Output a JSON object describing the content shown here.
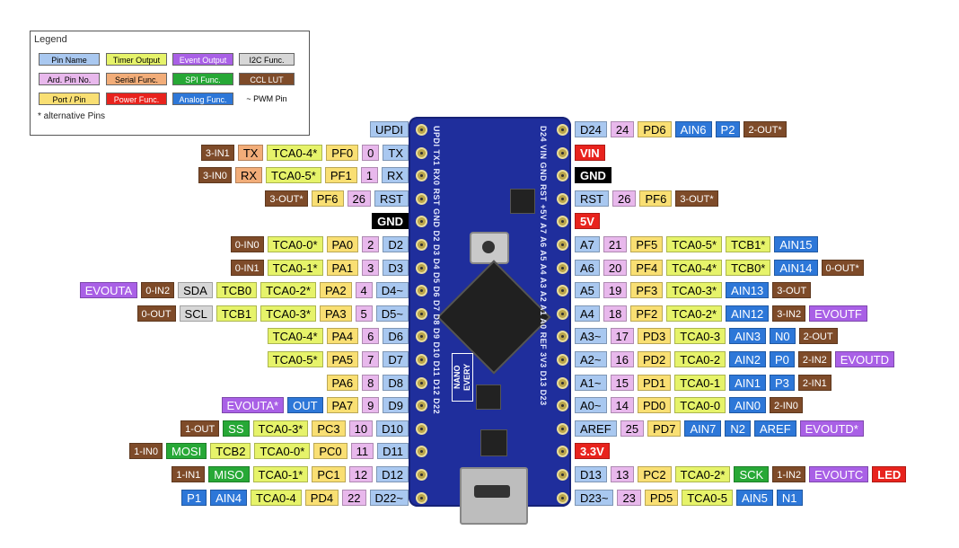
{
  "colors": {
    "pin": "#a9c8f0",
    "ard": "#e8b8ec",
    "port": "#f9df73",
    "timer": "#e6f36a",
    "serial": "#f2ad79",
    "power": "#e8231d",
    "evout": "#a960e6",
    "spi": "#27a836",
    "analog": "#2d77d8",
    "i2c": "#d7d7d7",
    "ccl": "#7e4b29",
    "black": "#000000"
  },
  "legend": {
    "title": "Legend",
    "note": "* alternative Pins",
    "items": [
      {
        "text": "Pin Name",
        "type": "pin"
      },
      {
        "text": "Timer Output",
        "type": "timer"
      },
      {
        "text": "Event Output",
        "type": "evout"
      },
      {
        "text": "I2C Func.",
        "type": "i2c"
      },
      {
        "text": "Ard. Pin No.",
        "type": "ard"
      },
      {
        "text": "Serial Func.",
        "type": "serial"
      },
      {
        "text": "SPI Func.",
        "type": "spi"
      },
      {
        "text": "CCL LUT",
        "type": "ccl"
      },
      {
        "text": "Port / Pin",
        "type": "port"
      },
      {
        "text": "Power Func.",
        "type": "power"
      },
      {
        "text": "Analog Func.",
        "type": "analog"
      },
      {
        "text": "~ PWM Pin",
        "type": "pwm"
      }
    ]
  },
  "board": {
    "nano_label": "NANO EVERY",
    "left_silk": "UPDI TX1 RX0 RST GND D2 D3 D4 D5 D6 D7 D8 D9 D10 D11 D12 D22",
    "right_silk": "D24 VIN GND RST +5V A7 A6 A5 A4 A3 A2 A1 A0 REF 3V3 D13 D23"
  },
  "left_rows": [
    [
      [
        "UPDI",
        "pin"
      ]
    ],
    [
      [
        "3-IN1",
        "ccl"
      ],
      [
        "TX",
        "serial"
      ],
      [
        "TCA0-4*",
        "timer"
      ],
      [
        "PF0",
        "port"
      ],
      [
        "0",
        "ard"
      ],
      [
        "TX",
        "pin"
      ]
    ],
    [
      [
        "3-IN0",
        "ccl"
      ],
      [
        "RX",
        "serial"
      ],
      [
        "TCA0-5*",
        "timer"
      ],
      [
        "PF1",
        "port"
      ],
      [
        "1",
        "ard"
      ],
      [
        "RX",
        "pin"
      ]
    ],
    [
      [
        "3-OUT*",
        "ccl"
      ],
      [
        "PF6",
        "port"
      ],
      [
        "26",
        "ard"
      ],
      [
        "RST",
        "pin"
      ]
    ],
    [
      [
        "GND",
        "black"
      ]
    ],
    [
      [
        "0-IN0",
        "ccl"
      ],
      [
        "TCA0-0*",
        "timer"
      ],
      [
        "PA0",
        "port"
      ],
      [
        "2",
        "ard"
      ],
      [
        "D2",
        "pin"
      ]
    ],
    [
      [
        "0-IN1",
        "ccl"
      ],
      [
        "TCA0-1*",
        "timer"
      ],
      [
        "PA1",
        "port"
      ],
      [
        "3",
        "ard"
      ],
      [
        "D3",
        "pin"
      ]
    ],
    [
      [
        "EVOUTA",
        "evout"
      ],
      [
        "0-IN2",
        "ccl"
      ],
      [
        "SDA",
        "i2c"
      ],
      [
        "TCB0",
        "timer"
      ],
      [
        "TCA0-2*",
        "timer"
      ],
      [
        "PA2",
        "port"
      ],
      [
        "4",
        "ard"
      ],
      [
        "D4~",
        "pin"
      ]
    ],
    [
      [
        "0-OUT",
        "ccl"
      ],
      [
        "SCL",
        "i2c"
      ],
      [
        "TCB1",
        "timer"
      ],
      [
        "TCA0-3*",
        "timer"
      ],
      [
        "PA3",
        "port"
      ],
      [
        "5",
        "ard"
      ],
      [
        "D5~",
        "pin"
      ]
    ],
    [
      [
        "TCA0-4*",
        "timer"
      ],
      [
        "PA4",
        "port"
      ],
      [
        "6",
        "ard"
      ],
      [
        "D6",
        "pin"
      ]
    ],
    [
      [
        "TCA0-5*",
        "timer"
      ],
      [
        "PA5",
        "port"
      ],
      [
        "7",
        "ard"
      ],
      [
        "D7",
        "pin"
      ]
    ],
    [
      [
        "PA6",
        "port"
      ],
      [
        "8",
        "ard"
      ],
      [
        "D8",
        "pin"
      ]
    ],
    [
      [
        "EVOUTA*",
        "evout"
      ],
      [
        "OUT",
        "analog"
      ],
      [
        "PA7",
        "port"
      ],
      [
        "9",
        "ard"
      ],
      [
        "D9",
        "pin"
      ]
    ],
    [
      [
        "1-OUT",
        "ccl"
      ],
      [
        "SS",
        "spi"
      ],
      [
        "TCA0-3*",
        "timer"
      ],
      [
        "PC3",
        "port"
      ],
      [
        "10",
        "ard"
      ],
      [
        "D10",
        "pin"
      ]
    ],
    [
      [
        "1-IN0",
        "ccl"
      ],
      [
        "MOSI",
        "spi"
      ],
      [
        "TCB2",
        "timer"
      ],
      [
        "TCA0-0*",
        "timer"
      ],
      [
        "PC0",
        "port"
      ],
      [
        "11",
        "ard"
      ],
      [
        "D11",
        "pin"
      ]
    ],
    [
      [
        "1-IN1",
        "ccl"
      ],
      [
        "MISO",
        "spi"
      ],
      [
        "TCA0-1*",
        "timer"
      ],
      [
        "PC1",
        "port"
      ],
      [
        "12",
        "ard"
      ],
      [
        "D12",
        "pin"
      ]
    ],
    [
      [
        "P1",
        "analog"
      ],
      [
        "AIN4",
        "analog"
      ],
      [
        "TCA0-4",
        "timer"
      ],
      [
        "PD4",
        "port"
      ],
      [
        "22",
        "ard"
      ],
      [
        "D22~",
        "pin"
      ]
    ]
  ],
  "right_rows": [
    [
      [
        "D24",
        "pin"
      ],
      [
        "24",
        "ard"
      ],
      [
        "PD6",
        "port"
      ],
      [
        "AIN6",
        "analog"
      ],
      [
        "P2",
        "analog"
      ],
      [
        "2-OUT*",
        "ccl"
      ]
    ],
    [
      [
        "VIN",
        "power"
      ]
    ],
    [
      [
        "GND",
        "black"
      ]
    ],
    [
      [
        "RST",
        "pin"
      ],
      [
        "26",
        "ard"
      ],
      [
        "PF6",
        "port"
      ],
      [
        "3-OUT*",
        "ccl"
      ]
    ],
    [
      [
        "5V",
        "power"
      ]
    ],
    [
      [
        "A7",
        "pin"
      ],
      [
        "21",
        "ard"
      ],
      [
        "PF5",
        "port"
      ],
      [
        "TCA0-5*",
        "timer"
      ],
      [
        "TCB1*",
        "timer"
      ],
      [
        "AIN15",
        "analog"
      ]
    ],
    [
      [
        "A6",
        "pin"
      ],
      [
        "20",
        "ard"
      ],
      [
        "PF4",
        "port"
      ],
      [
        "TCA0-4*",
        "timer"
      ],
      [
        "TCB0*",
        "timer"
      ],
      [
        "AIN14",
        "analog"
      ],
      [
        "0-OUT*",
        "ccl"
      ]
    ],
    [
      [
        "A5",
        "pin"
      ],
      [
        "19",
        "ard"
      ],
      [
        "PF3",
        "port"
      ],
      [
        "TCA0-3*",
        "timer"
      ],
      [
        "AIN13",
        "analog"
      ],
      [
        "3-OUT",
        "ccl"
      ]
    ],
    [
      [
        "A4",
        "pin"
      ],
      [
        "18",
        "ard"
      ],
      [
        "PF2",
        "port"
      ],
      [
        "TCA0-2*",
        "timer"
      ],
      [
        "AIN12",
        "analog"
      ],
      [
        "3-IN2",
        "ccl"
      ],
      [
        "EVOUTF",
        "evout"
      ]
    ],
    [
      [
        "A3~",
        "pin"
      ],
      [
        "17",
        "ard"
      ],
      [
        "PD3",
        "port"
      ],
      [
        "TCA0-3",
        "timer"
      ],
      [
        "AIN3",
        "analog"
      ],
      [
        "N0",
        "analog"
      ],
      [
        "2-OUT",
        "ccl"
      ]
    ],
    [
      [
        "A2~",
        "pin"
      ],
      [
        "16",
        "ard"
      ],
      [
        "PD2",
        "port"
      ],
      [
        "TCA0-2",
        "timer"
      ],
      [
        "AIN2",
        "analog"
      ],
      [
        "P0",
        "analog"
      ],
      [
        "2-IN2",
        "ccl"
      ],
      [
        "EVOUTD",
        "evout"
      ]
    ],
    [
      [
        "A1~",
        "pin"
      ],
      [
        "15",
        "ard"
      ],
      [
        "PD1",
        "port"
      ],
      [
        "TCA0-1",
        "timer"
      ],
      [
        "AIN1",
        "analog"
      ],
      [
        "P3",
        "analog"
      ],
      [
        "2-IN1",
        "ccl"
      ]
    ],
    [
      [
        "A0~",
        "pin"
      ],
      [
        "14",
        "ard"
      ],
      [
        "PD0",
        "port"
      ],
      [
        "TCA0-0",
        "timer"
      ],
      [
        "AIN0",
        "analog"
      ],
      [
        "2-IN0",
        "ccl"
      ]
    ],
    [
      [
        "AREF",
        "pin"
      ],
      [
        "25",
        "ard"
      ],
      [
        "PD7",
        "port"
      ],
      [
        "AIN7",
        "analog"
      ],
      [
        "N2",
        "analog"
      ],
      [
        "AREF",
        "analog"
      ],
      [
        "EVOUTD*",
        "evout"
      ]
    ],
    [
      [
        "3.3V",
        "power"
      ]
    ],
    [
      [
        "D13",
        "pin"
      ],
      [
        "13",
        "ard"
      ],
      [
        "PC2",
        "port"
      ],
      [
        "TCA0-2*",
        "timer"
      ],
      [
        "SCK",
        "spi"
      ],
      [
        "1-IN2",
        "ccl"
      ],
      [
        "EVOUTC",
        "evout"
      ],
      [
        "LED",
        "power"
      ]
    ],
    [
      [
        "D23~",
        "pin"
      ],
      [
        "23",
        "ard"
      ],
      [
        "PD5",
        "port"
      ],
      [
        "TCA0-5",
        "timer"
      ],
      [
        "AIN5",
        "analog"
      ],
      [
        "N1",
        "analog"
      ]
    ]
  ]
}
